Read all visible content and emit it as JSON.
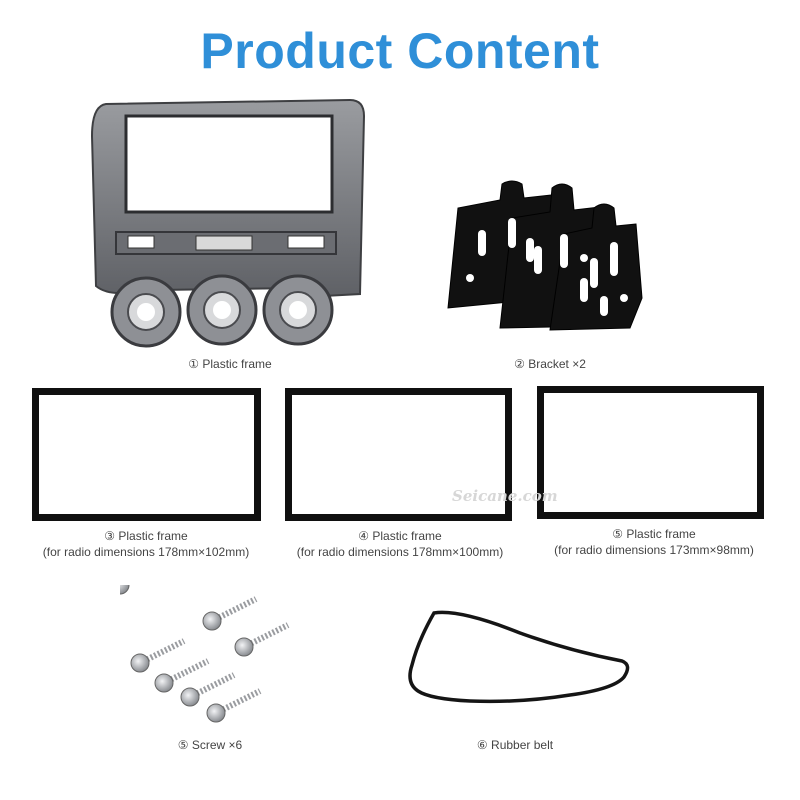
{
  "page": {
    "title": "Product Content",
    "watermark": "Seicane.com"
  },
  "items": [
    {
      "num": "①",
      "label": "Plastic frame"
    },
    {
      "num": "②",
      "label": "Bracket ×2"
    },
    {
      "num": "③",
      "label": "Plastic frame",
      "sub": "(for radio dimensions 178mm×102mm)"
    },
    {
      "num": "④",
      "label": "Plastic frame",
      "sub": "(for radio dimensions 178mm×100mm)"
    },
    {
      "num": "⑤",
      "label": "Plastic frame",
      "sub": "(for radio dimensions 173mm×98mm)"
    },
    {
      "num": "⑤",
      "label": "Screw ×6"
    },
    {
      "num": "⑥",
      "label": "Rubber belt"
    }
  ],
  "colors": {
    "title": "#2f8fd8",
    "frame": "#101010",
    "dash": "#7a7c80"
  },
  "icons": [
    "dash-frame-icon",
    "bracket-icon",
    "screw-icon",
    "rubber-belt-icon"
  ]
}
